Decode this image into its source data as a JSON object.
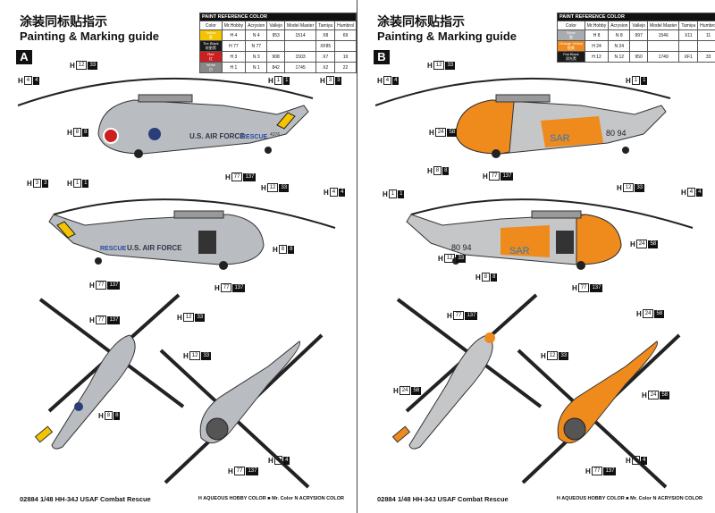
{
  "pages": [
    {
      "title_cn": "涂装同标贴指示",
      "title_en": "Painting & Marking guide",
      "scheme": "A",
      "table": {
        "caption": "PAINT REFERENCE COLOR",
        "headers": [
          "Color",
          "Mr.Hobby",
          "Acrysion",
          "Vallejo",
          "Model Master",
          "Tamiya",
          "Humbrol"
        ],
        "rows": [
          {
            "name": "Yellow",
            "cn": "黄",
            "swatch": "#f5c400",
            "mr": "H 4",
            "ac": "N 4",
            "va": "953",
            "mm": "1514",
            "ta": "X8",
            "hu": "69"
          },
          {
            "name": "Tire Black",
            "cn": "轮胎黑",
            "swatch": "#1a1a1a",
            "mr": "H 77",
            "ac": "N 77",
            "va": "",
            "mm": "",
            "ta": "XF85",
            "hu": ""
          },
          {
            "name": "Red",
            "cn": "红",
            "swatch": "#cc1f1f",
            "mr": "H 3",
            "ac": "N 3",
            "va": "908",
            "mm": "1503",
            "ta": "X7",
            "hu": "19"
          },
          {
            "name": "White",
            "cn": "白",
            "swatch": "#888888",
            "mr": "H 1",
            "ac": "N 1",
            "va": "842",
            "mm": "1745",
            "ta": "X2",
            "hu": "22"
          }
        ]
      },
      "side_text_1": "U.S. AIR FORCE",
      "side_text_2": "RESCUE",
      "tail_no": "4376",
      "body_color": "#b9bcc0",
      "accent_color": "#f5c400",
      "callouts": [
        {
          "h": "H",
          "n1": "12",
          "n2": "33"
        },
        {
          "h": "H",
          "n1": "4",
          "n2": "4"
        },
        {
          "h": "H",
          "n1": "1",
          "n2": "1"
        },
        {
          "h": "H",
          "n1": "3",
          "n2": "3"
        },
        {
          "h": "H",
          "n1": "8",
          "n2": "8"
        },
        {
          "h": "H",
          "n1": "77",
          "n2": "137"
        },
        {
          "h": "H",
          "n1": "3",
          "n2": "3"
        },
        {
          "h": "H",
          "n1": "1",
          "n2": "1"
        },
        {
          "h": "H",
          "n1": "12",
          "n2": "33"
        },
        {
          "h": "H",
          "n1": "4",
          "n2": "4"
        },
        {
          "h": "H",
          "n1": "8",
          "n2": "8"
        },
        {
          "h": "H",
          "n1": "77",
          "n2": "137"
        },
        {
          "h": "H",
          "n1": "77",
          "n2": "137"
        },
        {
          "h": "H",
          "n1": "77",
          "n2": "137"
        },
        {
          "h": "H",
          "n1": "12",
          "n2": "33"
        },
        {
          "h": "H",
          "n1": "8",
          "n2": "8"
        },
        {
          "h": "H",
          "n1": "12",
          "n2": "33"
        },
        {
          "h": "H",
          "n1": "77",
          "n2": "137"
        },
        {
          "h": "H",
          "n1": "4",
          "n2": "4"
        }
      ],
      "footer": "02884 1/48  HH-34J USAF Combat Rescue"
    },
    {
      "title_cn": "涂装同标贴指示",
      "title_en": "Painting & Marking guide",
      "scheme": "B",
      "table": {
        "caption": "PAINT REFERENCE COLOR",
        "headers": [
          "Color",
          "Mr.Hobby",
          "Acrysion",
          "Vallejo",
          "Model Master",
          "Tamiya",
          "Humbrol"
        ],
        "rows": [
          {
            "name": "Silver",
            "cn": "银",
            "swatch": "#a8acb0",
            "mr": "H 8",
            "ac": "N 8",
            "va": "997",
            "mm": "1546",
            "ta": "X11",
            "hu": "11"
          },
          {
            "name": "Orange Yellow",
            "cn": "橙黄",
            "swatch": "#ef8a1c",
            "mr": "H 24",
            "ac": "N 24",
            "va": "",
            "mm": "",
            "ta": "",
            "hu": ""
          },
          {
            "name": "Flat Black",
            "cn": "消光黑",
            "swatch": "#1a1a1a",
            "mr": "H 12",
            "ac": "N 12",
            "va": "950",
            "mm": "1749",
            "ta": "XF1",
            "hu": "33"
          }
        ]
      },
      "side_text_1": "SAR",
      "side_text_2": "80 94",
      "tail_no": "",
      "body_color": "#c4c6c8",
      "accent_color": "#ef8a1c",
      "callouts": [
        {
          "h": "H",
          "n1": "12",
          "n2": "33"
        },
        {
          "h": "H",
          "n1": "4",
          "n2": "4"
        },
        {
          "h": "H",
          "n1": "1",
          "n2": "1"
        },
        {
          "h": "H",
          "n1": "24",
          "n2": "58"
        },
        {
          "h": "H",
          "n1": "8",
          "n2": "8"
        },
        {
          "h": "H",
          "n1": "77",
          "n2": "137"
        },
        {
          "h": "H",
          "n1": "1",
          "n2": "1"
        },
        {
          "h": "H",
          "n1": "12",
          "n2": "33"
        },
        {
          "h": "H",
          "n1": "4",
          "n2": "4"
        },
        {
          "h": "H",
          "n1": "24",
          "n2": "58"
        },
        {
          "h": "H",
          "n1": "12",
          "n2": "33"
        },
        {
          "h": "H",
          "n1": "8",
          "n2": "8"
        },
        {
          "h": "H",
          "n1": "77",
          "n2": "137"
        },
        {
          "h": "H",
          "n1": "77",
          "n2": "137"
        },
        {
          "h": "H",
          "n1": "24",
          "n2": "58"
        },
        {
          "h": "H",
          "n1": "12",
          "n2": "33"
        },
        {
          "h": "H",
          "n1": "24",
          "n2": "58"
        },
        {
          "h": "H",
          "n1": "24",
          "n2": "58"
        },
        {
          "h": "H",
          "n1": "77",
          "n2": "137"
        },
        {
          "h": "H",
          "n1": "4",
          "n2": "4"
        }
      ],
      "footer": "02884 1/48  HH-34J USAF Combat Rescue"
    }
  ],
  "legend": {
    "h": "H",
    "h_text": "AQUEOUS HOBBY COLOR",
    "dot": "■",
    "dot_text": "Mr. Color",
    "n": "N",
    "n_text": "ACRYSION COLOR"
  }
}
